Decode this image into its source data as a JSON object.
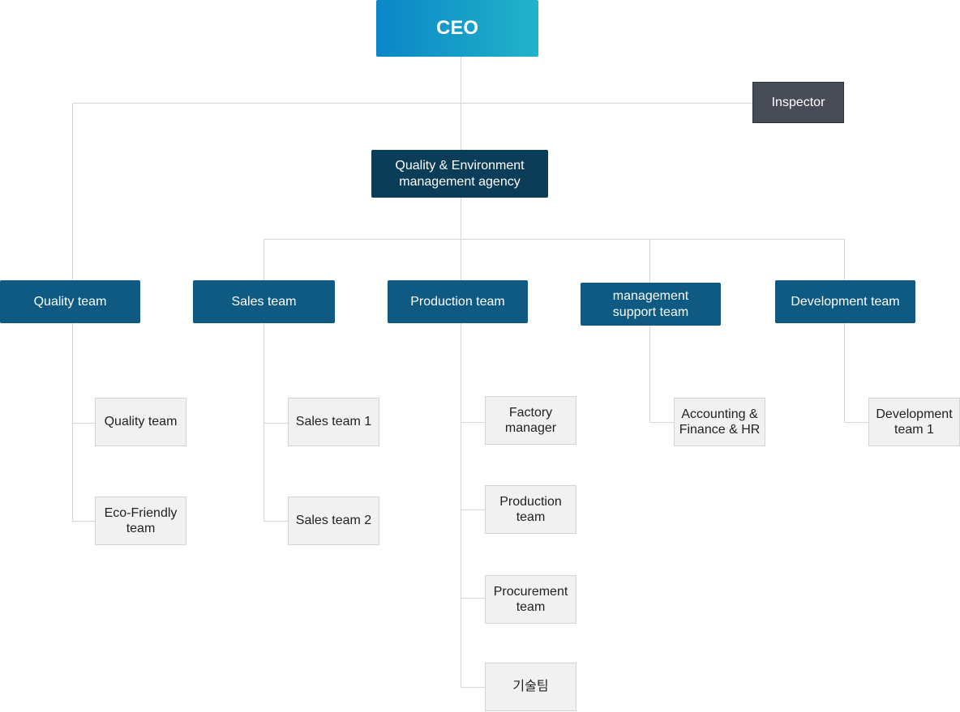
{
  "org": {
    "ceo": "CEO",
    "inspector": "Inspector",
    "agency_line1": "Quality & Environment",
    "agency_line2": "management agency",
    "teams": [
      {
        "label_line1": "Quality team",
        "label_line2": "",
        "subs": [
          {
            "line1": "Quality team",
            "line2": ""
          },
          {
            "line1": "Eco-Friendly",
            "line2": "team"
          }
        ]
      },
      {
        "label_line1": "Sales team",
        "label_line2": "",
        "subs": [
          {
            "line1": "Sales team 1",
            "line2": ""
          },
          {
            "line1": "Sales team 2",
            "line2": ""
          }
        ]
      },
      {
        "label_line1": "Production team",
        "label_line2": "",
        "subs": [
          {
            "line1": "Factory",
            "line2": "manager"
          },
          {
            "line1": "Production",
            "line2": "team"
          },
          {
            "line1": "Procurement",
            "line2": "team"
          },
          {
            "line1": "기술팀",
            "line2": ""
          }
        ]
      },
      {
        "label_line1": "management",
        "label_line2": "support team",
        "subs": [
          {
            "line1": "Accounting &",
            "line2": "Finance & HR"
          }
        ]
      },
      {
        "label_line1": "Development team",
        "label_line2": "",
        "subs": [
          {
            "line1": "Development",
            "line2": "team 1"
          }
        ]
      }
    ]
  }
}
